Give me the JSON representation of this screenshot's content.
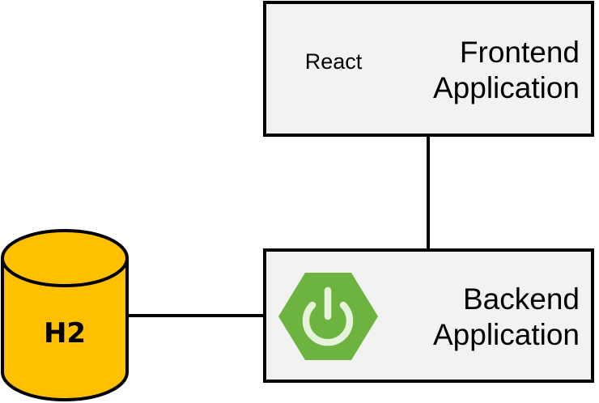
{
  "frontend": {
    "tech_label": "React",
    "title_line1": "Frontend",
    "title_line2": "Application"
  },
  "backend": {
    "title_line1": "Backend",
    "title_line2": "Application",
    "logo_icon": "spring-boot-power-icon"
  },
  "database": {
    "label": "H2",
    "icon": "database-cylinder-icon"
  },
  "colors": {
    "box_fill": "#f2f2f2",
    "box_stroke": "#000000",
    "db_fill": "#ffc000",
    "spring_green": "#6db33f",
    "spring_light": "#e6f2dc"
  }
}
